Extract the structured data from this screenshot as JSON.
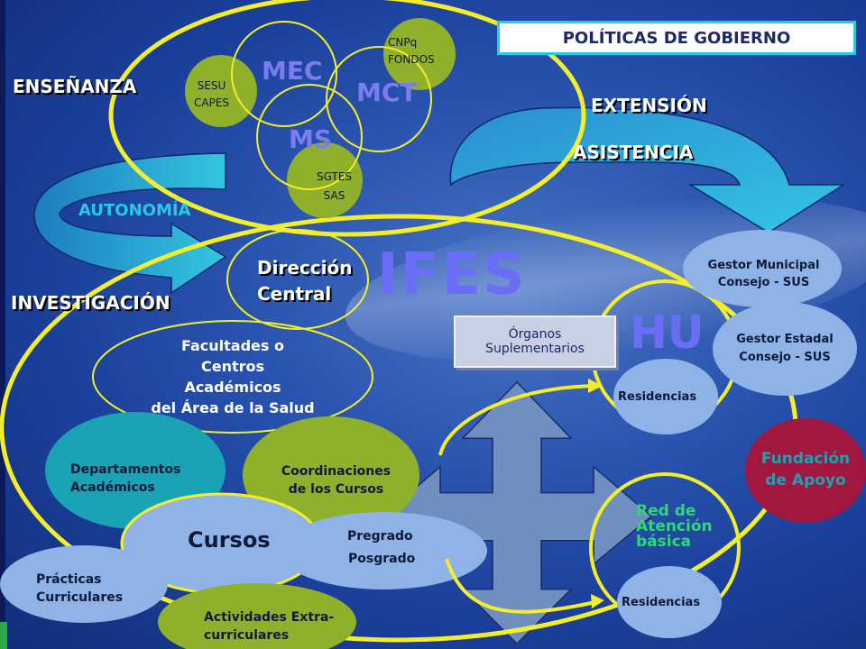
{
  "title": "POLÍTICAS DE GOBIERNO",
  "center_label": "IFES",
  "side_labels": {
    "ensenanza": "ENSEÑANZA",
    "investigacion": "INVESTIGACIÓN",
    "autonomia": "AUTONOMÍA",
    "extension": "EXTENSIÓN",
    "asistencia": "ASISTENCIA"
  },
  "government": {
    "mec": "MEC",
    "mct": "MCT",
    "ms": "MS",
    "sesu": "SESU\nCAPES",
    "cnpq": "CNPq\nFONDOS",
    "sgtes": "SGTES\nSAS"
  },
  "ifes": {
    "direccion": "Dirección\nCentral",
    "facultades": "Facultades o\nCentros\nAcadémicos\ndel Área de la Salud",
    "departamentos": "Departamentos\nAcadémicos",
    "coordinaciones": "Coordinaciones\nde los Cursos",
    "cursos": "Cursos",
    "pregrado": "Pregrado",
    "posgrado": "Posgrado",
    "practicas": "Prácticas\nCurriculares",
    "actividades": "Actividades Extra-\ncurriculares",
    "organos": "Órganos\nSuplementarios"
  },
  "hu": {
    "hu_label": "HU",
    "residencias_1": "Residencias",
    "red": "Red de\nAtención\nbásica",
    "residencias_2": "Residencias"
  },
  "external": {
    "gestor_municipal": "Gestor Municipal\nConsejo - SUS",
    "gestor_estadal": "Gestor  Estadal\nConsejo - SUS",
    "fundacion": "Fundación\nde Apoyo"
  },
  "colors": {
    "yellow_ring": "#f4ee2a",
    "teal": "#1aa3b4",
    "olive": "#8fb02a",
    "light_blue": "#8fb3e6",
    "maroon": "#a01840",
    "cyan_border": "#29c8e8"
  }
}
